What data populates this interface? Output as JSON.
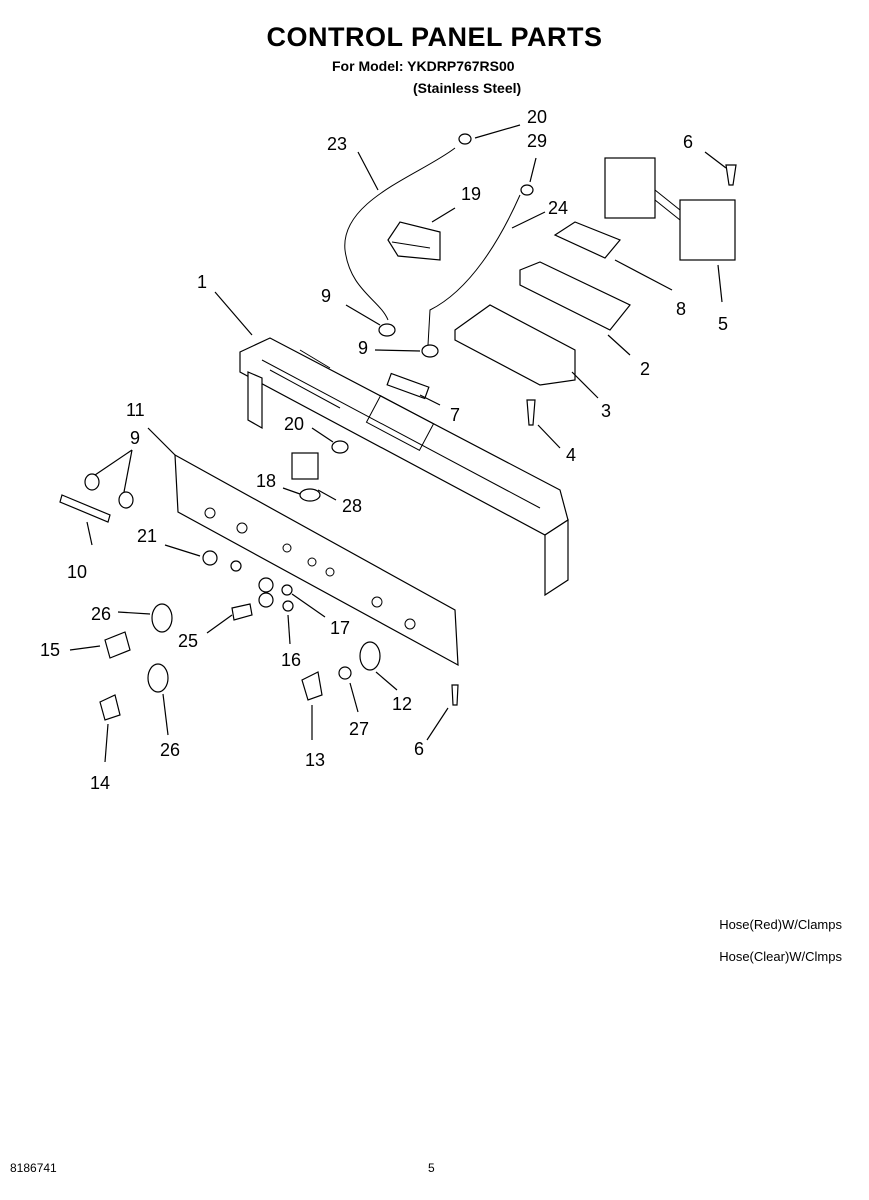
{
  "header": {
    "title": "CONTROL PANEL PARTS",
    "model_line": "For Model: YKDRP767RS00",
    "finish_line": "(Stainless Steel)"
  },
  "callouts": {
    "c1": "1",
    "c2": "2",
    "c3": "3",
    "c4": "4",
    "c5": "5",
    "c6a": "6",
    "c6b": "6",
    "c7": "7",
    "c8": "8",
    "c9a": "9",
    "c9b": "9",
    "c9c": "9",
    "c10": "10",
    "c11": "11",
    "c12": "12",
    "c13": "13",
    "c14": "14",
    "c15": "15",
    "c16": "16",
    "c17": "17",
    "c18": "18",
    "c19": "19",
    "c20a": "20",
    "c20b": "20",
    "c21": "21",
    "c23": "23",
    "c24": "24",
    "c25": "25",
    "c26a": "26",
    "c26b": "26",
    "c27": "27",
    "c28": "28",
    "c29": "29"
  },
  "notes": {
    "hose_red": "Hose(Red)W/Clamps",
    "hose_clear": "Hose(Clear)W/Clmps"
  },
  "footer": {
    "doc_number": "8186741",
    "page_number": "5"
  }
}
